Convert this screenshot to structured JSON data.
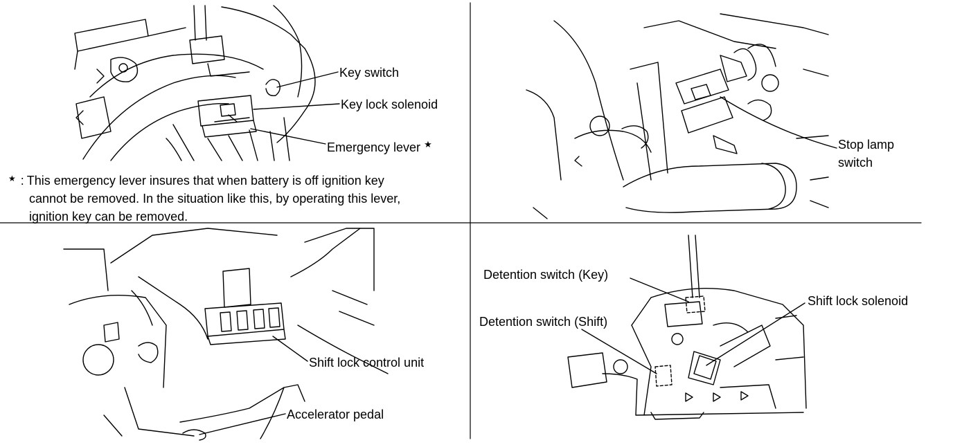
{
  "panel_top_left": {
    "labels": {
      "key_switch": "Key switch",
      "key_lock_solenoid": "Key lock solenoid",
      "emergency_lever": "Emergency lever",
      "star": "★"
    },
    "note": {
      "marker": "★",
      "separator": ":",
      "line1": "This emergency lever insures that when battery is off ignition key",
      "line2": "cannot be removed. In the situation like this, by operating this lever,",
      "line3": "ignition key can be removed."
    }
  },
  "panel_top_right": {
    "labels": {
      "line1": "Stop lamp",
      "line2": "switch"
    }
  },
  "panel_bottom_left": {
    "labels": {
      "shift_lock_control_unit": "Shift lock control unit",
      "accelerator_pedal": "Accelerator pedal"
    }
  },
  "panel_bottom_right": {
    "labels": {
      "detention_switch_key": "Detention switch (Key)",
      "detention_switch_shift": "Detention switch (Shift)",
      "shift_lock_solenoid": "Shift lock solenoid"
    }
  }
}
